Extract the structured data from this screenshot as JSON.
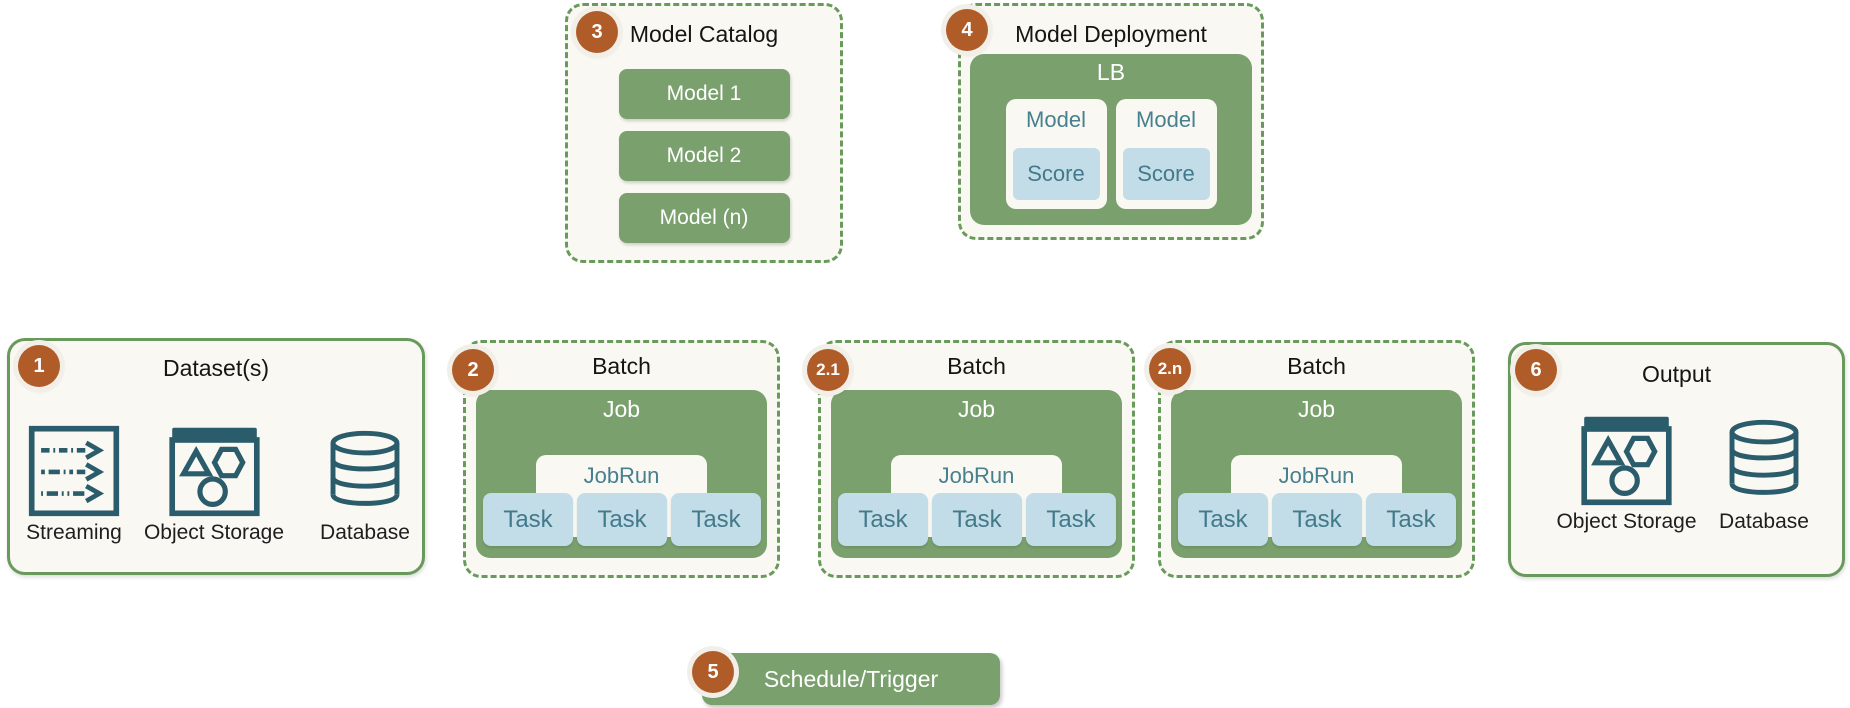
{
  "palette": {
    "green_fill": "#7aa06e",
    "green_border": "#689a5c",
    "box_cream": "#faf8f2",
    "light_blue": "#c2dde8",
    "teal_text": "#47808f",
    "icon_teal": "#2a5c6b",
    "badge_orange": "#b05c28",
    "title_black": "#161513"
  },
  "model_catalog": {
    "badge": "3",
    "title": "Model Catalog",
    "models": [
      "Model 1",
      "Model 2",
      "Model (n)"
    ]
  },
  "model_deployment": {
    "badge": "4",
    "title": "Model Deployment",
    "load_balancer_label": "LB",
    "replicas": [
      {
        "name": "Model",
        "score_label": "Score"
      },
      {
        "name": "Model",
        "score_label": "Score"
      }
    ]
  },
  "datasets": {
    "badge": "1",
    "title": "Dataset(s)",
    "sources": [
      {
        "icon": "streaming-icon",
        "label": "Streaming"
      },
      {
        "icon": "object-storage-icon",
        "label": "Object Storage"
      },
      {
        "icon": "database-icon",
        "label": "Database"
      }
    ]
  },
  "batches": [
    {
      "badge": "2",
      "title": "Batch",
      "job_label": "Job",
      "jobrun_label": "JobRun",
      "tasks": [
        "Task",
        "Task",
        "Task"
      ]
    },
    {
      "badge": "2.1",
      "title": "Batch",
      "job_label": "Job",
      "jobrun_label": "JobRun",
      "tasks": [
        "Task",
        "Task",
        "Task"
      ]
    },
    {
      "badge": "2.n",
      "title": "Batch",
      "job_label": "Job",
      "jobrun_label": "JobRun",
      "tasks": [
        "Task",
        "Task",
        "Task"
      ]
    }
  ],
  "schedule_trigger": {
    "badge": "5",
    "label": "Schedule/Trigger"
  },
  "output": {
    "badge": "6",
    "title": "Output",
    "sinks": [
      {
        "icon": "object-storage-icon",
        "label": "Object Storage"
      },
      {
        "icon": "database-icon",
        "label": "Database"
      }
    ]
  }
}
